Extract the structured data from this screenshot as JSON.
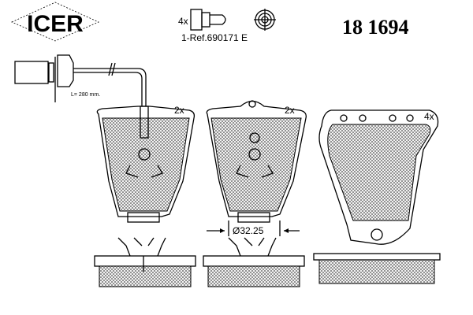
{
  "brand": "ICER",
  "part_number": "18 1694",
  "accessory": {
    "quantity": "4x",
    "reference": "1-Ref.690171 E",
    "icon": "bolt-icon"
  },
  "sensor": {
    "length_label": "L= 280 mm."
  },
  "pads": [
    {
      "quantity": "2x"
    },
    {
      "quantity": "2x",
      "dimension": "Ø32.25"
    },
    {
      "quantity": "4x"
    }
  ],
  "colors": {
    "line": "#000000",
    "background": "#ffffff"
  }
}
